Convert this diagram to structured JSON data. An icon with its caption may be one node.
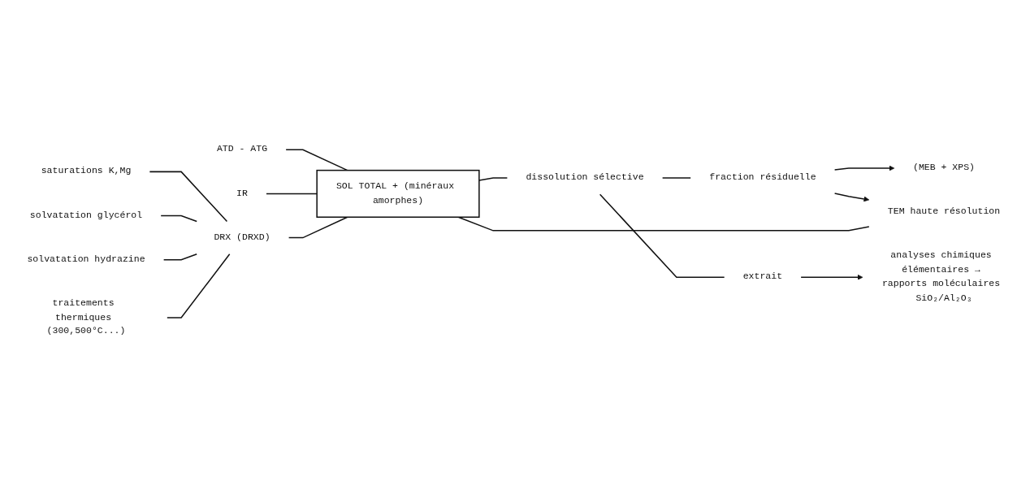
{
  "diagram": {
    "nodes": [
      {
        "text": [
          "saturations K,Mg"
        ]
      },
      {
        "text": [
          "solvatation glycérol"
        ]
      },
      {
        "text": [
          "solvatation hydrazine"
        ]
      },
      {
        "text": [
          "traitements thermiques (300,500°C...)"
        ]
      },
      {
        "text": [
          "ATD - ATG"
        ]
      },
      {
        "text": [
          "IR"
        ]
      },
      {
        "text": [
          "DRX (DRXD)"
        ]
      },
      {
        "text": [
          "TEM haute résolution"
        ]
      },
      {
        "text": [
          "SOL TOTAL + (minéraux amorphes)"
        ]
      },
      {
        "text": [
          "dissolution sélective"
        ]
      },
      {
        "text": [
          "fraction résiduelle"
        ]
      },
      {
        "text": [
          "extrait"
        ]
      },
      {
        "text": [
          "(MEB + XPS)"
        ]
      },
      {
        "text": [
          "analyses chimiques élémentaires → rapports moléculaires SiO₂/Al₂O₃"
        ]
      }
    ],
    "edges": [
      {
        "from": 0,
        "to": 6,
        "arrow": "none"
      },
      {
        "from": 1,
        "to": 6,
        "arrow": "none"
      },
      {
        "from": 2,
        "to": 6,
        "arrow": "none"
      },
      {
        "from": 3,
        "to": 6,
        "arrow": "none"
      },
      {
        "from": 4,
        "to": 8,
        "arrow": "none"
      },
      {
        "from": 5,
        "to": 8,
        "arrow": "none"
      },
      {
        "from": 6,
        "to": 8,
        "arrow": "none"
      },
      {
        "from": 7,
        "to": 8,
        "arrow": "none"
      },
      {
        "from": 8,
        "to": 9,
        "arrow": "none"
      },
      {
        "from": 9,
        "to": 10,
        "arrow": "none"
      },
      {
        "from": 9,
        "to": 11,
        "arrow": "none"
      },
      {
        "from": 10,
        "to": 12,
        "arrow": "to"
      },
      {
        "from": 10,
        "to": 7,
        "arrow": "to"
      },
      {
        "from": 11,
        "to": 13,
        "arrow": "to"
      }
    ]
  }
}
